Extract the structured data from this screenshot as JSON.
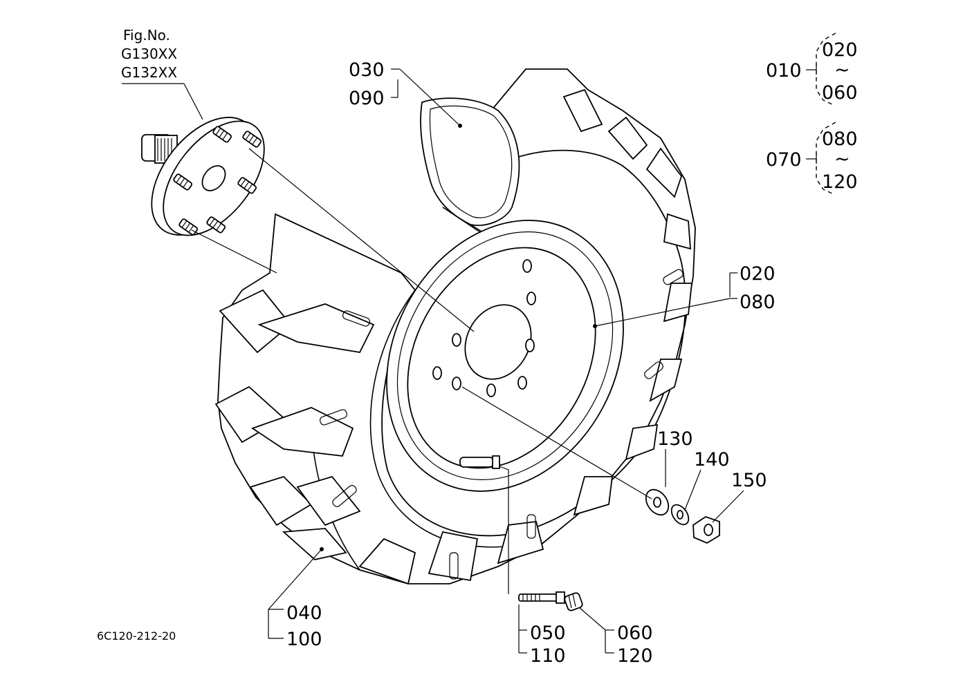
{
  "figure": {
    "fig_no_label": "Fig.No.",
    "fig_numbers": [
      "G130XX",
      "G132XX"
    ],
    "drawing_code": "6C120-212-20"
  },
  "callouts": {
    "c030": "030",
    "c090": "090",
    "c010": "010",
    "c010_from": "020",
    "c010_tilde": "~",
    "c010_to": "060",
    "c070": "070",
    "c070_from": "080",
    "c070_tilde": "~",
    "c070_to": "120",
    "c020": "020",
    "c080": "080",
    "c130": "130",
    "c140": "140",
    "c150": "150",
    "c040": "040",
    "c100": "100",
    "c050": "050",
    "c110": "110",
    "c060": "060",
    "c120": "120"
  }
}
